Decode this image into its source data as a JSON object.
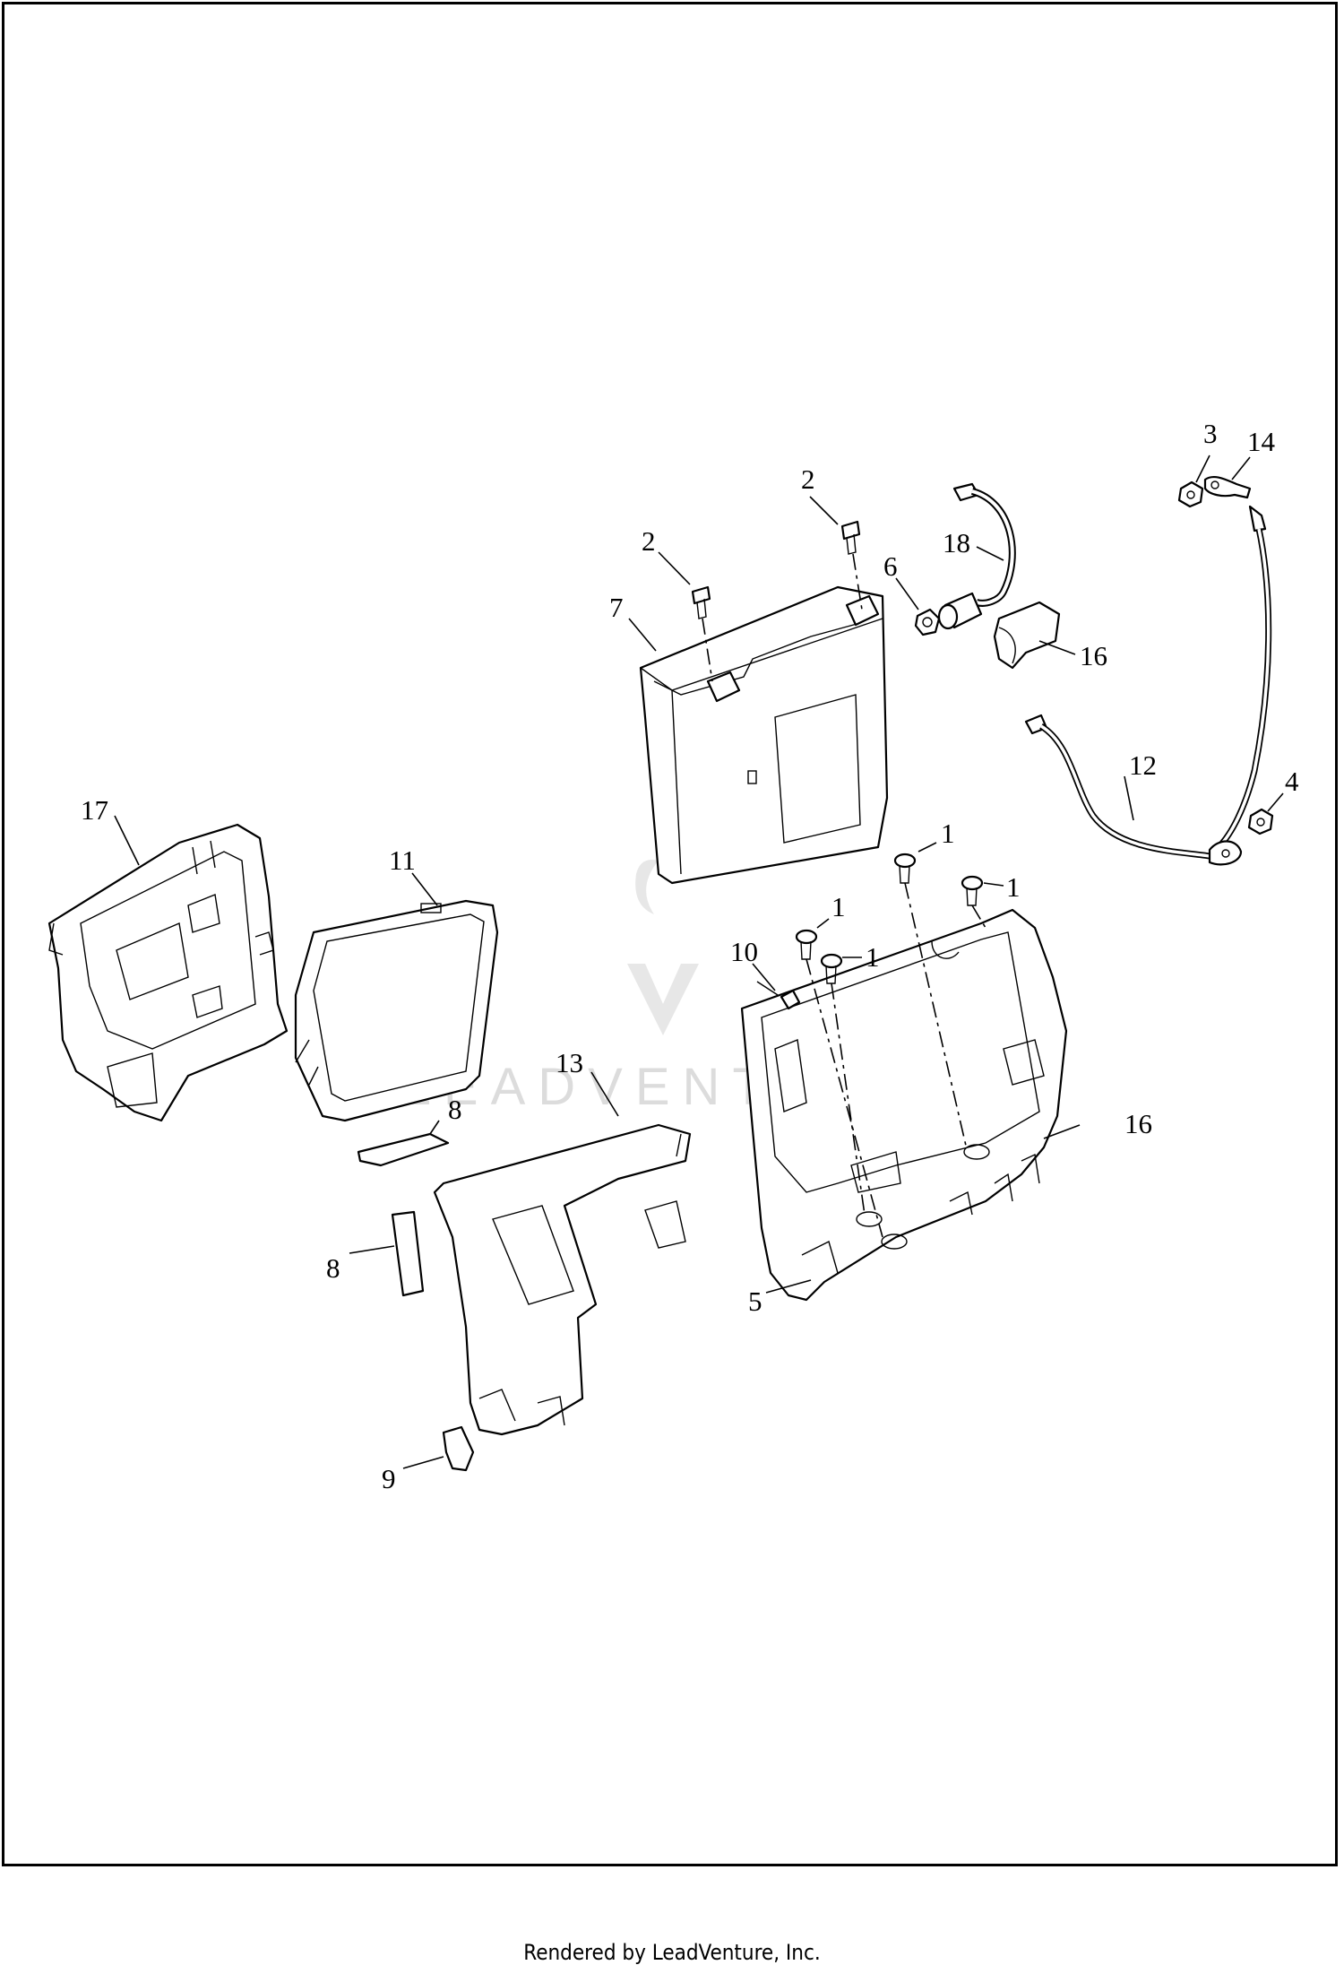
{
  "footer": {
    "text": "Rendered by LeadVenture, Inc."
  },
  "watermark": {
    "text": "LEADVENTURE",
    "color": "#d8d8d8"
  },
  "callouts": {
    "c17": "17",
    "c11": "11",
    "c13": "13",
    "c8a": "8",
    "c8b": "8",
    "c9": "9",
    "c7": "7",
    "c2a": "2",
    "c2b": "2",
    "c6": "6",
    "c18": "18",
    "c16a": "16",
    "c3": "3",
    "c14": "14",
    "c12": "12",
    "c4": "4",
    "c1a": "1",
    "c1b": "1",
    "c1c": "1",
    "c1d": "1",
    "c10": "10",
    "c16b": "16",
    "c5": "5"
  }
}
